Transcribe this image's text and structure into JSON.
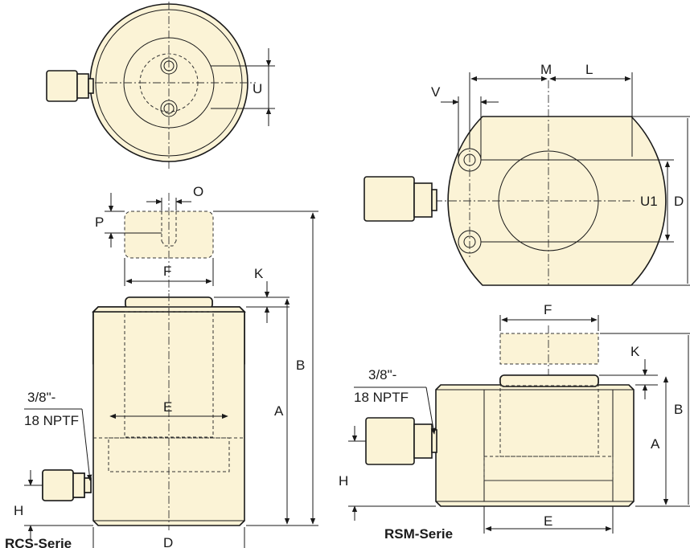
{
  "series": {
    "rcs": "RCS-Serie",
    "rsm": "RSM-Serie"
  },
  "labels": {
    "A": "A",
    "B": "B",
    "D": "D",
    "E": "E",
    "F": "F",
    "H": "H",
    "K": "K",
    "L": "L",
    "M": "M",
    "O": "O",
    "P": "P",
    "U": "U",
    "U1": "U1",
    "V": "V",
    "thread_line1": "3/8\"-",
    "thread_line2": "18 NPTF"
  }
}
